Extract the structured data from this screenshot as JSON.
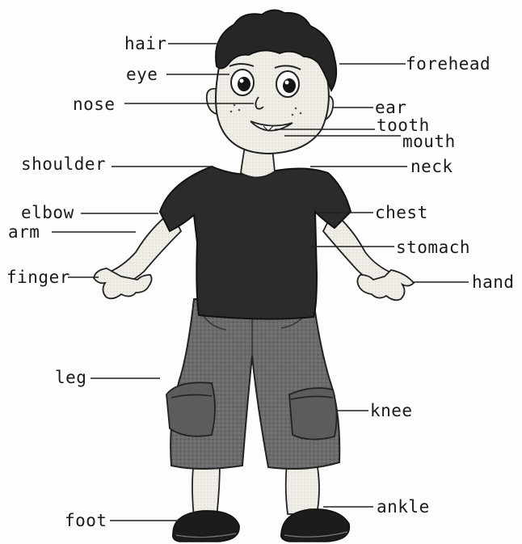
{
  "labels": {
    "hair": "hair",
    "eye": "eye",
    "nose": "nose",
    "shoulder": "shoulder",
    "elbow": "elbow",
    "arm": "arm",
    "finger": "finger",
    "leg": "leg",
    "foot": "foot",
    "forehead": "forehead",
    "ear": "ear",
    "tooth": "tooth",
    "mouth": "mouth",
    "neck": "neck",
    "chest": "chest",
    "stomach": "stomach",
    "hand": "hand",
    "knee": "knee",
    "ankle": "ankle"
  },
  "colors": {
    "ink": "#1a1a1a",
    "shirt": "#2b2b2b",
    "shorts": "#6e6e6e",
    "skin": "#f4f1ec",
    "hair": "#262626",
    "shoes": "#1c1c1c"
  }
}
